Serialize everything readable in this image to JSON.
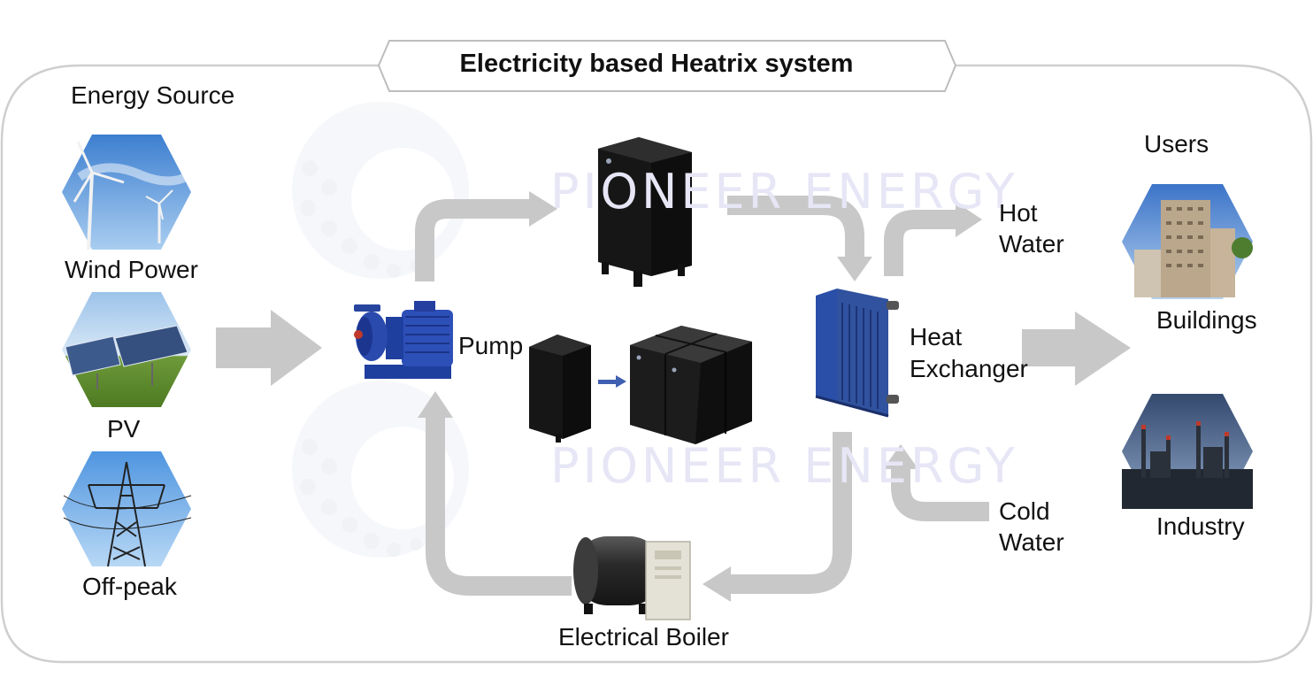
{
  "title": "Electricity based Heatrix system",
  "watermark": "PIONEER ENERGY",
  "sources": {
    "heading": "Energy Source",
    "items": [
      "Wind Power",
      "PV",
      "Off-peak"
    ]
  },
  "components": {
    "pump": "Pump",
    "heat_exchanger": [
      "Heat",
      "Exchanger"
    ],
    "boiler": "Electrical Boiler"
  },
  "water": {
    "hot": [
      "Hot",
      "Water"
    ],
    "cold": [
      "Cold",
      "Water"
    ]
  },
  "users": {
    "heading": "Users",
    "items": [
      "Buildings",
      "Industry"
    ]
  },
  "colors": {
    "arrow": "#c8c8c8",
    "frame": "#cfcfcf",
    "pump_blue": "#1f3f9e",
    "exchanger_blue": "#2a4fa8",
    "tank_black": "#1a1a1a",
    "watermark": "#e6e6f6"
  }
}
